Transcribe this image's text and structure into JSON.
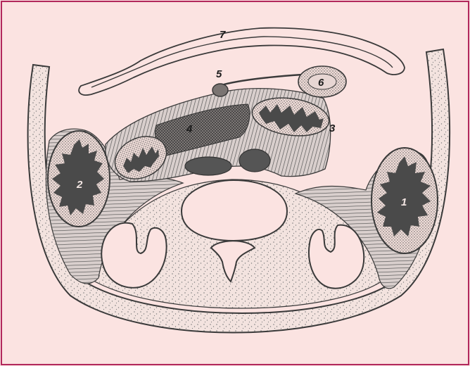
{
  "colors": {
    "page_background": "#fbe3e1",
    "frame": "#b2285c",
    "outline": "#3a3a3a",
    "muscle_hatch": "#5a5a5a",
    "lumen_dark": "#4a4a4a",
    "skin_dots": "#8a8a8a"
  },
  "labels": {
    "l1": "1",
    "l2": "2",
    "l3": "3",
    "l4": "4",
    "l5": "5",
    "l6": "6",
    "l7": "7"
  }
}
